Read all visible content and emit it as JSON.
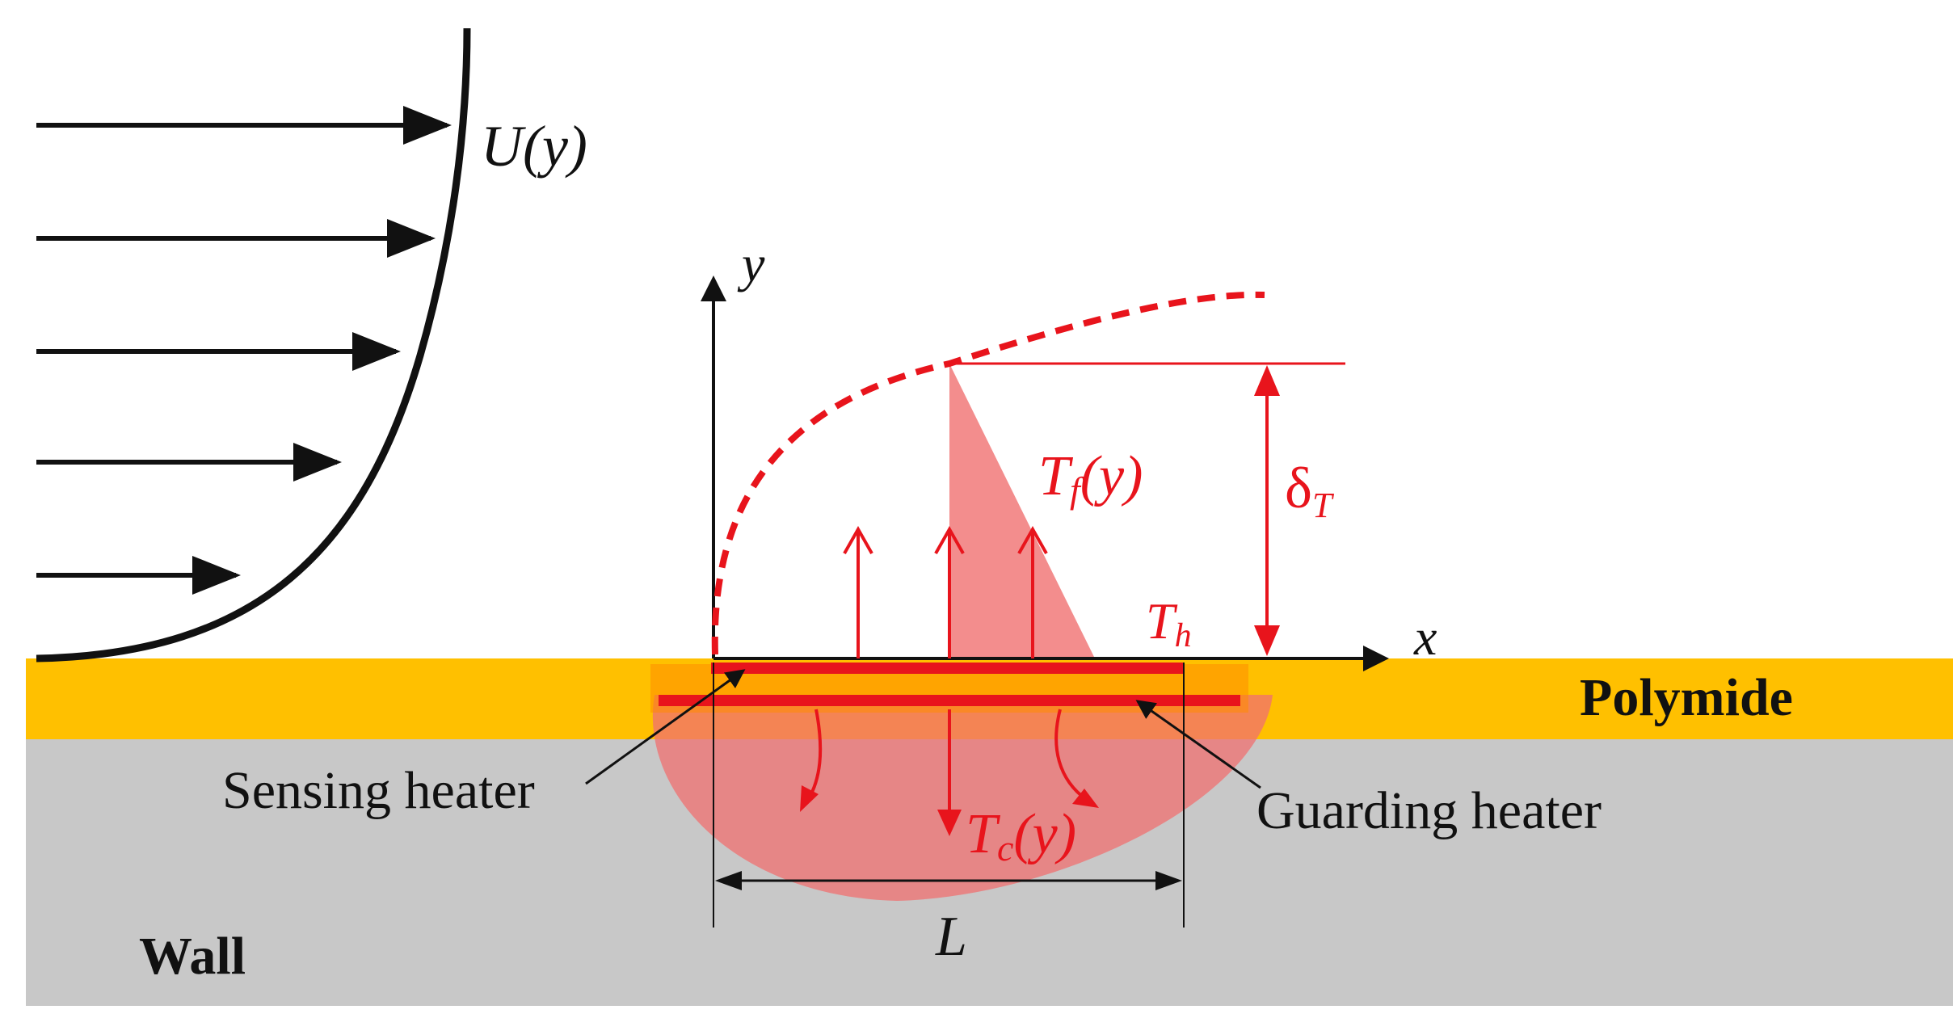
{
  "labels": {
    "velocity_profile": "U(y)",
    "y_axis": "y",
    "x_axis": "x",
    "fluid_temp_main": "T",
    "fluid_temp_sub": "f",
    "fluid_temp_arg": "(y)",
    "boundary_thickness_main": "δ",
    "boundary_thickness_sub": "T",
    "heater_temp_main": "T",
    "heater_temp_sub": "h",
    "conduction_temp_main": "T",
    "conduction_temp_sub": "c",
    "conduction_temp_arg": "(y)",
    "polymide": "Polymide",
    "sensing_heater": "Sensing heater",
    "guarding_heater": "Guarding heater",
    "wall": "Wall",
    "length": "L"
  },
  "colors": {
    "polymide": "#ffc000",
    "wall": "#c8c8c8",
    "heat_red": "#e8141c",
    "heat_fill": "#f07070",
    "heater_orange": "#ff8c00",
    "black": "#111111"
  }
}
